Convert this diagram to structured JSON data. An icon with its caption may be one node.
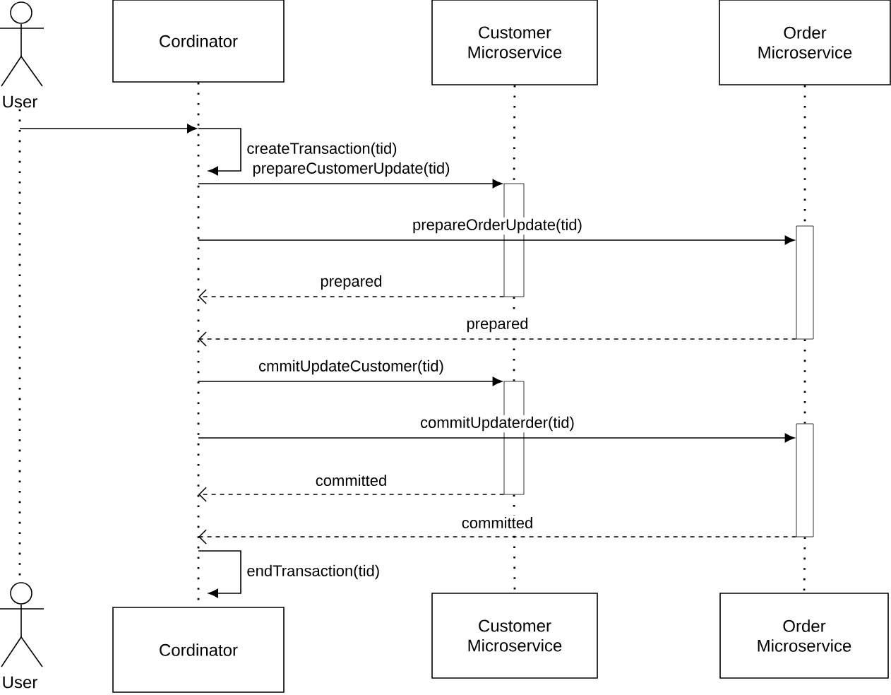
{
  "diagram": {
    "nodes": [
      {
        "text": [
          "User"
        ]
      },
      {
        "text": [
          "Cordinator"
        ]
      },
      {
        "text": [
          "Customer Microservice"
        ]
      },
      {
        "text": [
          "Order Microservice"
        ]
      },
      {
        "text": [],
        "shape": "bar"
      },
      {
        "text": [],
        "shape": "bar"
      },
      {
        "text": [],
        "shape": "bar"
      },
      {
        "text": [],
        "shape": "bar"
      },
      {
        "text": [
          "User"
        ]
      },
      {
        "text": [
          "Cordinator"
        ]
      },
      {
        "text": [
          "Customer Microservice"
        ]
      },
      {
        "text": [
          "Order Microservice"
        ]
      }
    ],
    "edges": [
      {
        "from": 0,
        "to": 8,
        "arrow": "none",
        "style": "dashed"
      },
      {
        "from": 1,
        "to": 9,
        "arrow": "none",
        "style": "dashed"
      },
      {
        "from": 2,
        "to": 4,
        "arrow": "none",
        "style": "dashed"
      },
      {
        "from": 4,
        "to": 6,
        "arrow": "none",
        "style": "dashed"
      },
      {
        "from": 6,
        "to": 10,
        "arrow": "none",
        "style": "dashed"
      },
      {
        "from": 3,
        "to": 5,
        "arrow": "none",
        "style": "dashed"
      },
      {
        "from": 5,
        "to": 7,
        "arrow": "none",
        "style": "dashed"
      },
      {
        "from": 7,
        "to": 11,
        "arrow": "none",
        "style": "dashed"
      },
      {
        "from": 0,
        "to": null,
        "arrow": "to"
      },
      {
        "from": null,
        "to": 4,
        "arrow": "to",
        "label": "prepareCustomerUpdate(tid)"
      },
      {
        "from": null,
        "to": 5,
        "arrow": "to",
        "label": "prepareOrderUpdate(tid)"
      },
      {
        "from": 4,
        "to": null,
        "arrow": "to",
        "label": "prepared",
        "style": "dashed"
      },
      {
        "from": 5,
        "to": null,
        "arrow": "to",
        "label": "prepared",
        "style": "dashed"
      },
      {
        "from": null,
        "to": 6,
        "arrow": "to",
        "label": "cmmitUpdateCustomer(tid)"
      },
      {
        "from": null,
        "to": 7,
        "arrow": "to",
        "label": "commitUpdaterder(tid)"
      },
      {
        "from": 6,
        "to": null,
        "arrow": "to",
        "label": "committed",
        "style": "dashed"
      },
      {
        "from": 7,
        "to": null,
        "arrow": "to",
        "label": "committed",
        "style": "dashed"
      }
    ],
    "labels": [
      "createTransaction(tid)",
      "endTransaction(tid)"
    ]
  }
}
